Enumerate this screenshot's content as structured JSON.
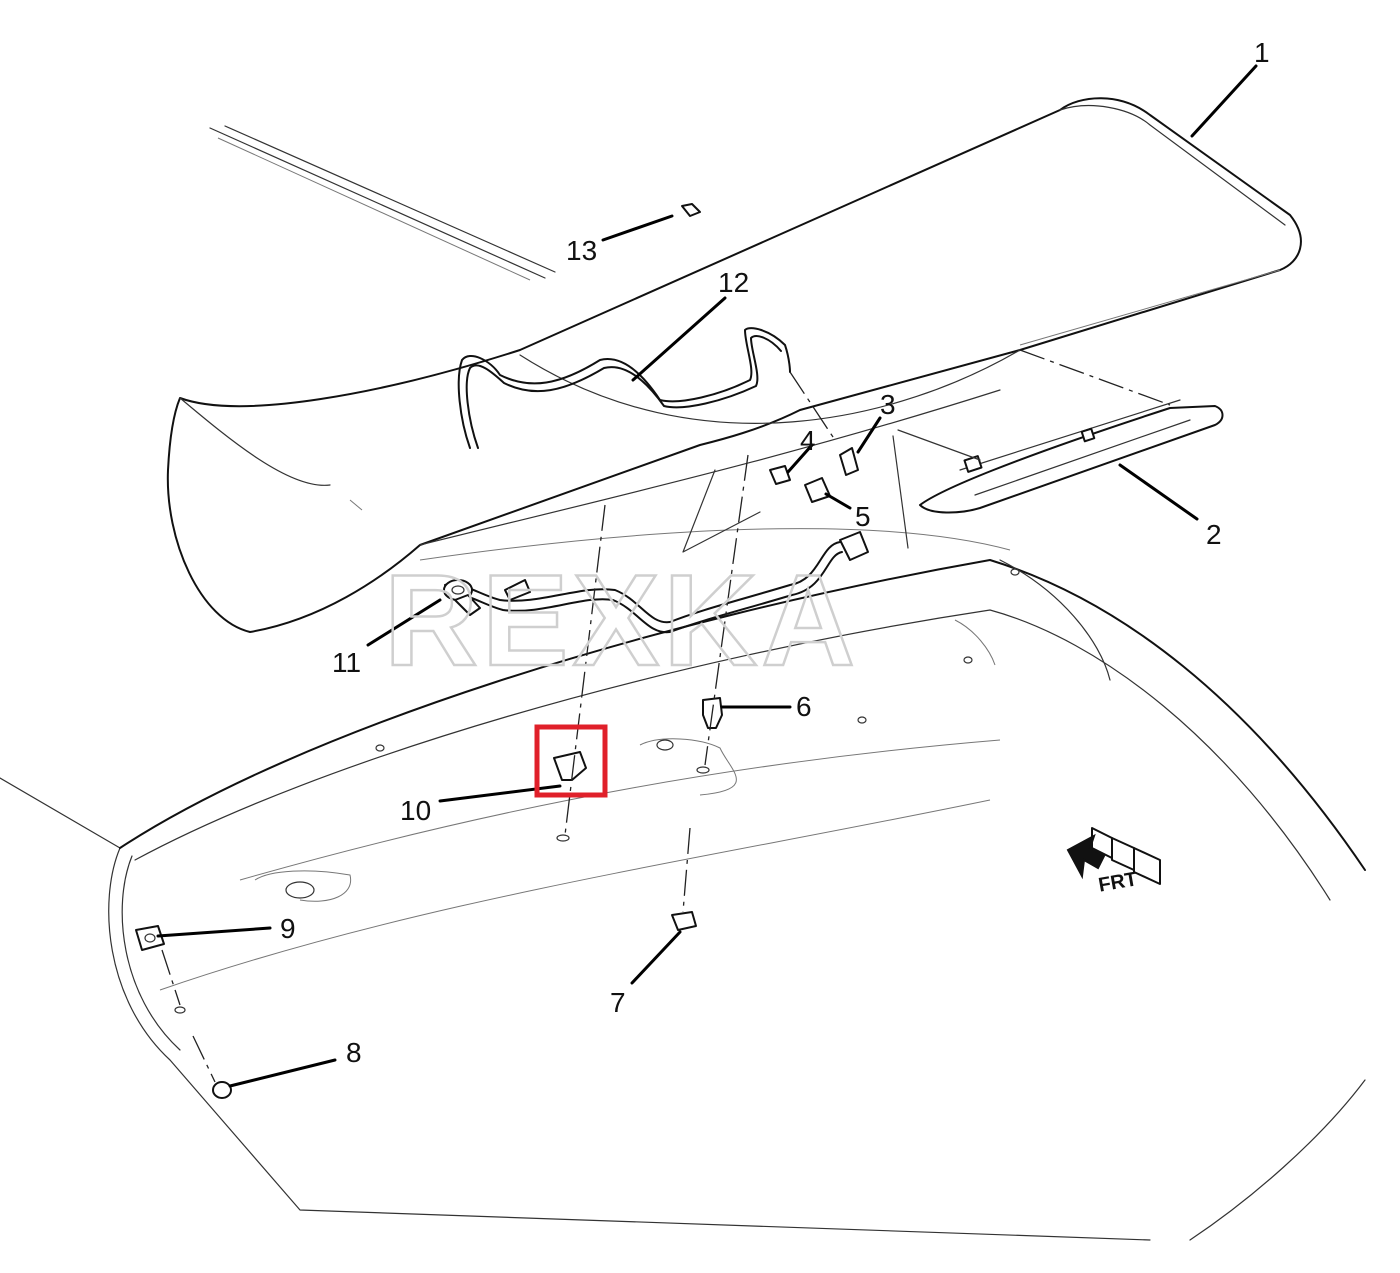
{
  "watermark": "REXKA",
  "direction_label": "FRT",
  "accent_colors": {
    "highlight": "#e0202a",
    "line": "#111111",
    "watermark": "#cfcfcf"
  },
  "callouts": {
    "c1": "1",
    "c2": "2",
    "c3": "3",
    "c4": "4",
    "c5": "5",
    "c6": "6",
    "c7": "7",
    "c8": "8",
    "c9": "9",
    "c10": "10",
    "c11": "11",
    "c12": "12",
    "c13": "13"
  },
  "highlighted_callout": "10"
}
